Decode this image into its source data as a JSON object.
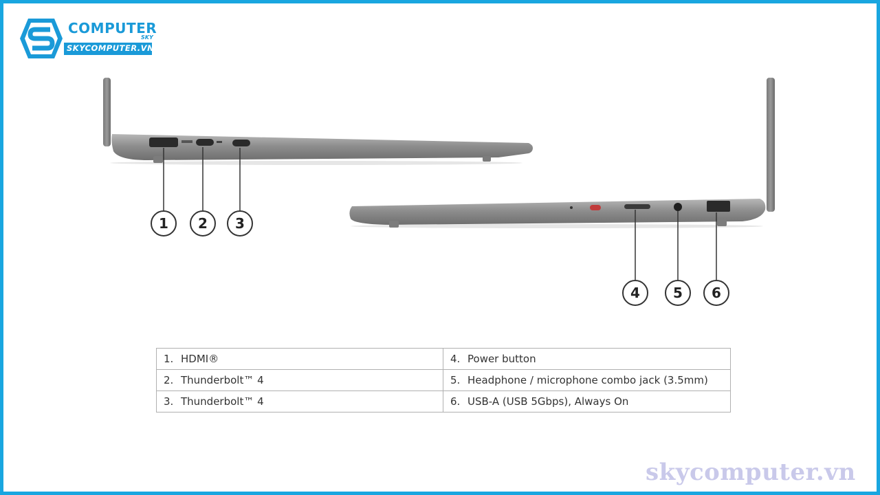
{
  "logo": {
    "line1": "COMPUTER",
    "line2": "SKY",
    "line3": "SKYCOMPUTER.VN",
    "brand_color": "#1a9ad8",
    "icon": "sky-s-logo-icon"
  },
  "callouts": [
    "1",
    "2",
    "3",
    "4",
    "5",
    "6"
  ],
  "ports": [
    {
      "num": "1.",
      "label": "HDMI®"
    },
    {
      "num": "2.",
      "label": "Thunderbolt™ 4"
    },
    {
      "num": "3.",
      "label": "Thunderbolt™ 4"
    },
    {
      "num": "4.",
      "label": "Power button"
    },
    {
      "num": "5.",
      "label": "Headphone / microphone combo jack (3.5mm)"
    },
    {
      "num": "6.",
      "label": "USB-A (USB 5Gbps), Always On"
    }
  ],
  "watermark": "skycomputer.vn",
  "colors": {
    "frame": "#19a6e0",
    "laptop_body": "#8c8c8c",
    "watermark": "#c9c9ea"
  }
}
